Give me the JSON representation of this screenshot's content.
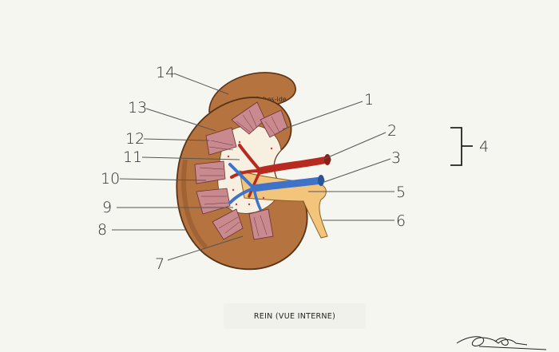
{
  "labels": {
    "n1": "1",
    "n2": "2",
    "n3": "3",
    "n4": "4",
    "n5": "5",
    "n6": "6",
    "n7": "7",
    "n8": "8",
    "n9": "9",
    "n10": "10",
    "n11": "11",
    "n12": "12",
    "n13": "13",
    "n14": "14"
  },
  "watermark": "fiches-ide",
  "caption": "REIN (VUE INTERNE)",
  "colors": {
    "cortex": "#b5733f",
    "capsule_outline": "#5a3216",
    "pyramid": "#c98a8f",
    "sinus": "#f7efe0",
    "pelvis": "#f3c57c",
    "artery": "#b8291f",
    "vein": "#3e73c9",
    "adrenal": "#b5733f"
  }
}
